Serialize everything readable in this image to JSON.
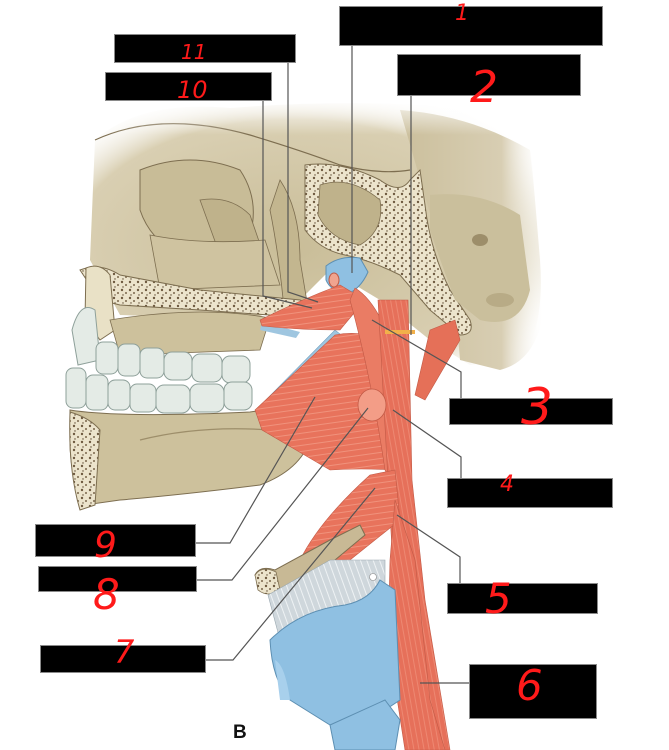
{
  "figure": {
    "panel_letter": "B",
    "description": "Lateral view of skull, pharyngeal constrictor muscles, hyoid and larynx with redacted anatomical labels",
    "colors": {
      "bone": "#cfc3a0",
      "bone_dark": "#a89a76",
      "bone_cut": "#ece4cc",
      "muscle": "#e8735c",
      "muscle_light": "#f08f78",
      "cartilage": "#8fc3e6",
      "membrane": "#c9d2d8",
      "teeth": "#e4ebe6",
      "label_box": "#000000",
      "handwriting": "#ff1a1a",
      "leader_line": "#555555"
    }
  },
  "labels": [
    {
      "id": "1",
      "number": "1",
      "text_redacted": true,
      "side": "top-right"
    },
    {
      "id": "2",
      "number": "2",
      "text_redacted": true,
      "side": "top-right"
    },
    {
      "id": "3",
      "number": "3",
      "text_redacted": true,
      "side": "right"
    },
    {
      "id": "4",
      "number": "4",
      "text_redacted": true,
      "side": "right"
    },
    {
      "id": "5",
      "number": "5",
      "text_redacted": true,
      "side": "right"
    },
    {
      "id": "6",
      "number": "6",
      "text_redacted": true,
      "side": "right"
    },
    {
      "id": "7",
      "number": "7",
      "text_redacted": true,
      "side": "left"
    },
    {
      "id": "8",
      "number": "8",
      "text_redacted": true,
      "side": "left"
    },
    {
      "id": "9",
      "number": "9",
      "text_redacted": true,
      "side": "left"
    },
    {
      "id": "10",
      "number": "10",
      "text_redacted": true,
      "side": "top-left"
    },
    {
      "id": "11",
      "number": "11",
      "text_redacted": true,
      "side": "top-left"
    }
  ]
}
